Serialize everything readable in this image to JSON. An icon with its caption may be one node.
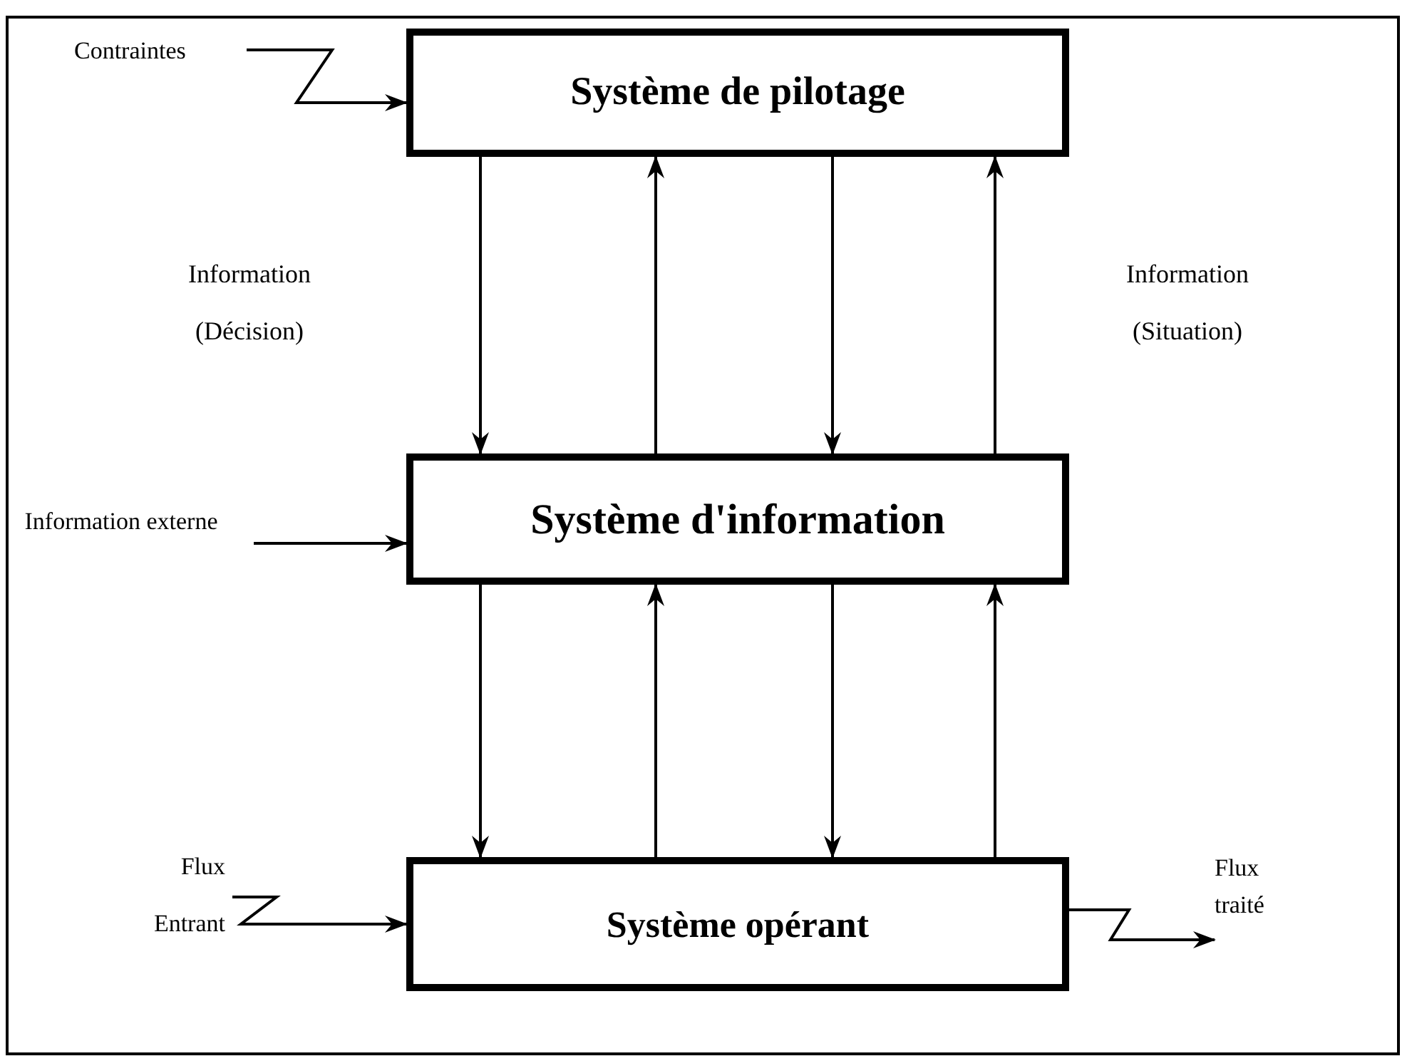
{
  "diagram": {
    "nodes": [
      {
        "text": [
          "Système de pilotage"
        ]
      },
      {
        "text": [
          "Système d'information"
        ]
      },
      {
        "text": [
          "Système opérant"
        ]
      },
      {
        "text": [
          "Contraintes"
        ]
      },
      {
        "text": [
          "Information externe"
        ]
      },
      {
        "text": [
          "Flux Entrant"
        ]
      },
      {
        "text": [
          "Flux traité"
        ]
      }
    ],
    "edges": [
      {
        "from": 3,
        "to": 0,
        "arrow": "to"
      },
      {
        "from": 0,
        "to": 1,
        "arrow": "to"
      },
      {
        "from": 1,
        "to": 0,
        "arrow": "to"
      },
      {
        "from": 0,
        "to": 1,
        "arrow": "to"
      },
      {
        "from": 1,
        "to": 0,
        "arrow": "to"
      },
      {
        "from": 4,
        "to": 1,
        "arrow": "to"
      },
      {
        "from": 1,
        "to": 2,
        "arrow": "to"
      },
      {
        "from": 2,
        "to": 1,
        "arrow": "to"
      },
      {
        "from": 1,
        "to": 2,
        "arrow": "to"
      },
      {
        "from": 2,
        "to": 1,
        "arrow": "to"
      },
      {
        "from": 5,
        "to": 2,
        "arrow": "to"
      },
      {
        "from": 2,
        "to": 6,
        "arrow": "to"
      }
    ],
    "labels": [
      "Information (Décision)",
      "Information (Situation)"
    ]
  }
}
